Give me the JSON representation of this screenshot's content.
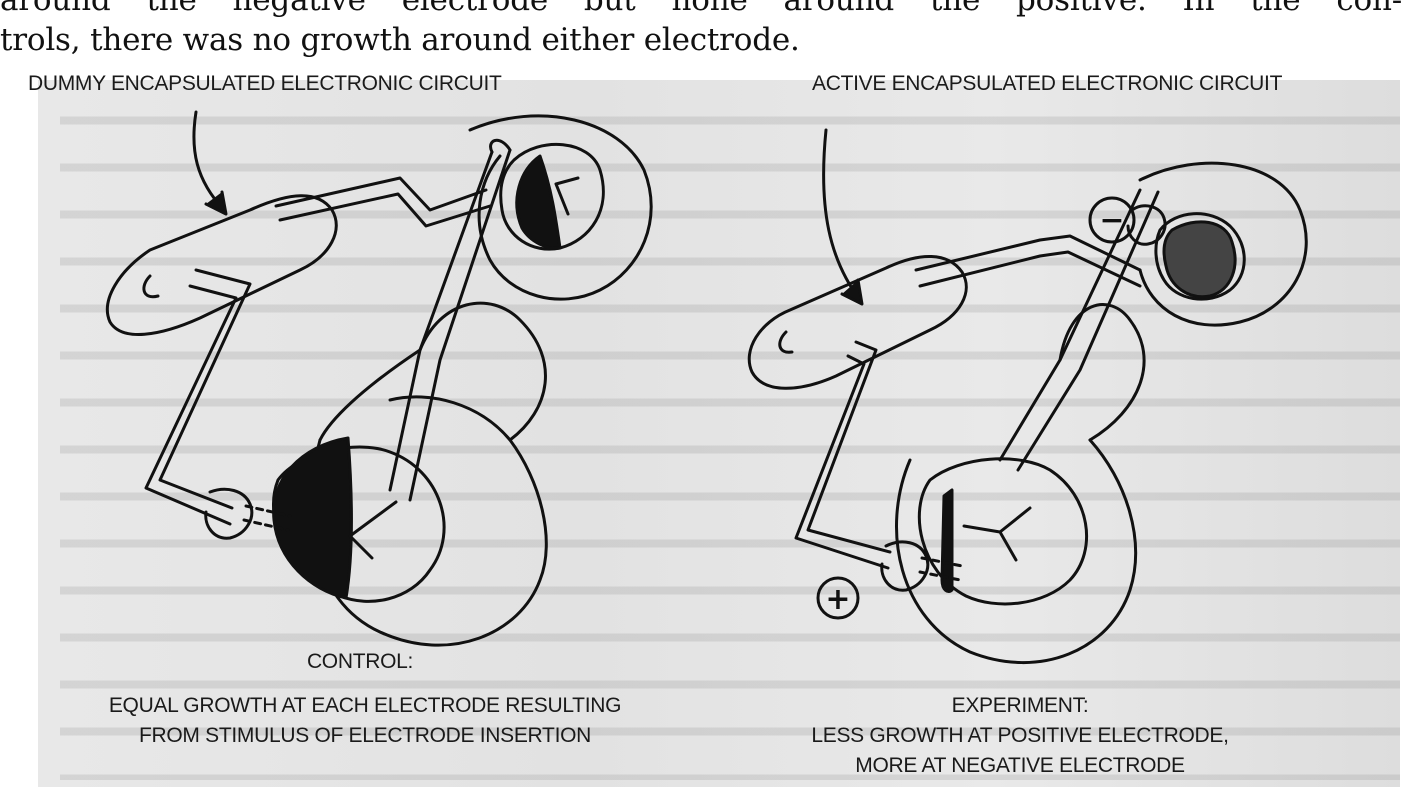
{
  "body_text": {
    "line1": "around the negative electrode but none around the positive. In the con-",
    "line2": "trols, there was no growth around either electrode."
  },
  "figure": {
    "left_label": "DUMMY ENCAPSULATED ELECTRONIC CIRCUIT",
    "right_label": "ACTIVE ENCAPSULATED ELECTRONIC CIRCUIT",
    "negative_symbol": "−",
    "positive_symbol": "+",
    "control": {
      "title": "CONTROL:",
      "line1": "EQUAL GROWTH AT EACH ELECTRODE RESULTING",
      "line2": "FROM STIMULUS OF  ELECTRODE INSERTION"
    },
    "experiment": {
      "title": "EXPERIMENT:",
      "line1": "LESS GROWTH AT POSITIVE ELECTRODE,",
      "line2": "MORE AT NEGATIVE ELECTRODE"
    }
  }
}
